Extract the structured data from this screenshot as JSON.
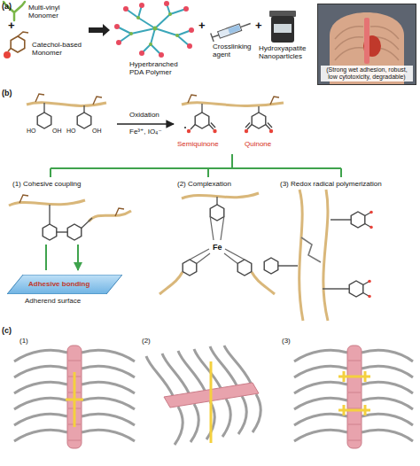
{
  "diagram": {
    "nodes": [
      {
        "text": [
          "(Strong wet adhesion, robust, low cytotoxicity, degradable)"
        ]
      },
      {
        "text": [
          "Adhesive bonding",
          "Adherend surface"
        ]
      }
    ],
    "labels": [
      "(a)",
      "Multi-vinyl Monomer",
      "+",
      "Catechol-based Monomer",
      "Hyperbranched PDA Polymer",
      "+",
      "Crosslinking agent",
      "+",
      "Hydroxyapatite Nanoparticles",
      "(b)",
      "Oxidation",
      "Fe³⁺, IO₄⁻",
      "HO",
      "OH",
      "HO",
      "OH",
      "Semiquinone",
      "Quinone",
      "(1) Cohesive coupling",
      "(2) Complexation",
      "(3) Redox radical polymerization",
      "Fe",
      "(c)",
      "(1)",
      "(2)",
      "(3)"
    ]
  }
}
